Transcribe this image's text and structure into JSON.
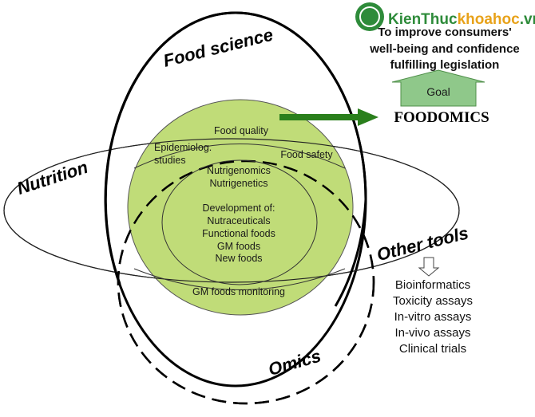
{
  "watermark": {
    "brand_a": "KienThuc",
    "brand_b": "khoahoc",
    "brand_c": ".vn",
    "colors": [
      "#2e8b3a",
      "#e8a21a"
    ]
  },
  "goal_text": [
    "To improve consumers'",
    "well-being and confidence",
    "fulfilling legislation"
  ],
  "goal_label": "Goal",
  "foodomics": "FOODOMICS",
  "circles": {
    "food_science": "Food science",
    "nutrition": "Nutrition",
    "other_tools": "Other tools",
    "omics": "Omics"
  },
  "inner_labels": {
    "food_quality": "Food quality",
    "epidemiology": [
      "Epidemiolog.",
      "studies"
    ],
    "food_safety": "Food safety",
    "nutri": [
      "Nutrigenomics",
      "Nutrigenetics"
    ],
    "development": [
      "Development of:",
      "Nutraceuticals",
      "Functional foods",
      "GM foods",
      "New foods"
    ],
    "gm_monitoring": "GM foods monitoring"
  },
  "tools_list": [
    "Bioinformatics",
    "Toxicity assays",
    "In-vitro assays",
    "In-vivo assays",
    "Clinical trials"
  ],
  "colors": {
    "green_fill": "#c0dc78",
    "arrow_green": "#2a7f1c",
    "goal_green": "#8fc88a"
  }
}
